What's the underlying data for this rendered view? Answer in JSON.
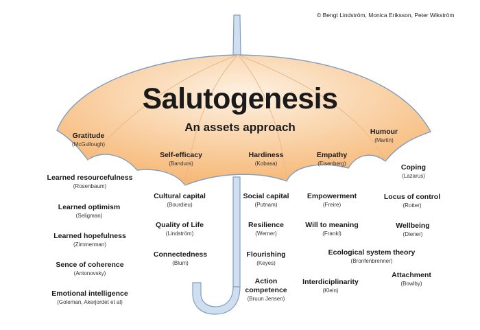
{
  "copyright": "© Bengt Lindström, Monica Eriksson, Peter Wikström",
  "title": "Salutogenesis",
  "subtitle": "An assets approach",
  "colors": {
    "canopy_light": "#fdf1e2",
    "canopy_dark": "#f6b36c",
    "handle_fill": "#cfdff0",
    "handle_stroke": "#7f9dbf"
  },
  "items": [
    {
      "name": "Gratitude",
      "author": "(McGullough)"
    },
    {
      "name": "Self-efficacy",
      "author": "(Bandura)"
    },
    {
      "name": "Hardiness",
      "author": "(Kobasa)"
    },
    {
      "name": "Empathy",
      "author": "(Eisenberg)"
    },
    {
      "name": "Humour",
      "author": "(Martin)"
    },
    {
      "name": "Coping",
      "author": "(Lazarus)"
    },
    {
      "name": "Learned resourcefulness",
      "author": "(Rosenbaum)"
    },
    {
      "name": "Cultural capital",
      "author": "(Bourdieu)"
    },
    {
      "name": "Social capital",
      "author": "(Putnam)"
    },
    {
      "name": "Empowerment",
      "author": "(Freire)"
    },
    {
      "name": "Locus of control",
      "author": "(Rotter)"
    },
    {
      "name": "Learned optimism",
      "author": "(Seligman)"
    },
    {
      "name": "Quality of Life",
      "author": "(Lindström)"
    },
    {
      "name": "Resilience",
      "author": "(Werner)"
    },
    {
      "name": "Will to meaning",
      "author": "(Frankl)"
    },
    {
      "name": "Wellbeing",
      "author": "(Diener)"
    },
    {
      "name": "Learned hopefulness",
      "author": "(Zimmerman)"
    },
    {
      "name": "Connectedness",
      "author": "(Blum)"
    },
    {
      "name": "Flourishing",
      "author": "(Keyes)"
    },
    {
      "name": "Ecological system theory",
      "author": "(Bronfenbrenner)"
    },
    {
      "name": "Sence of coherence",
      "author": "(Antonovsky)"
    },
    {
      "name": "Attachment",
      "author": "(Bowlby)"
    },
    {
      "name": "Action competence",
      "author": "(Bruun Jensen)"
    },
    {
      "name": "Interdiciplinarity",
      "author": "(Klein)"
    },
    {
      "name": "Emotional intelligence",
      "author": "(Goleman, Akerjordet et al)"
    }
  ]
}
